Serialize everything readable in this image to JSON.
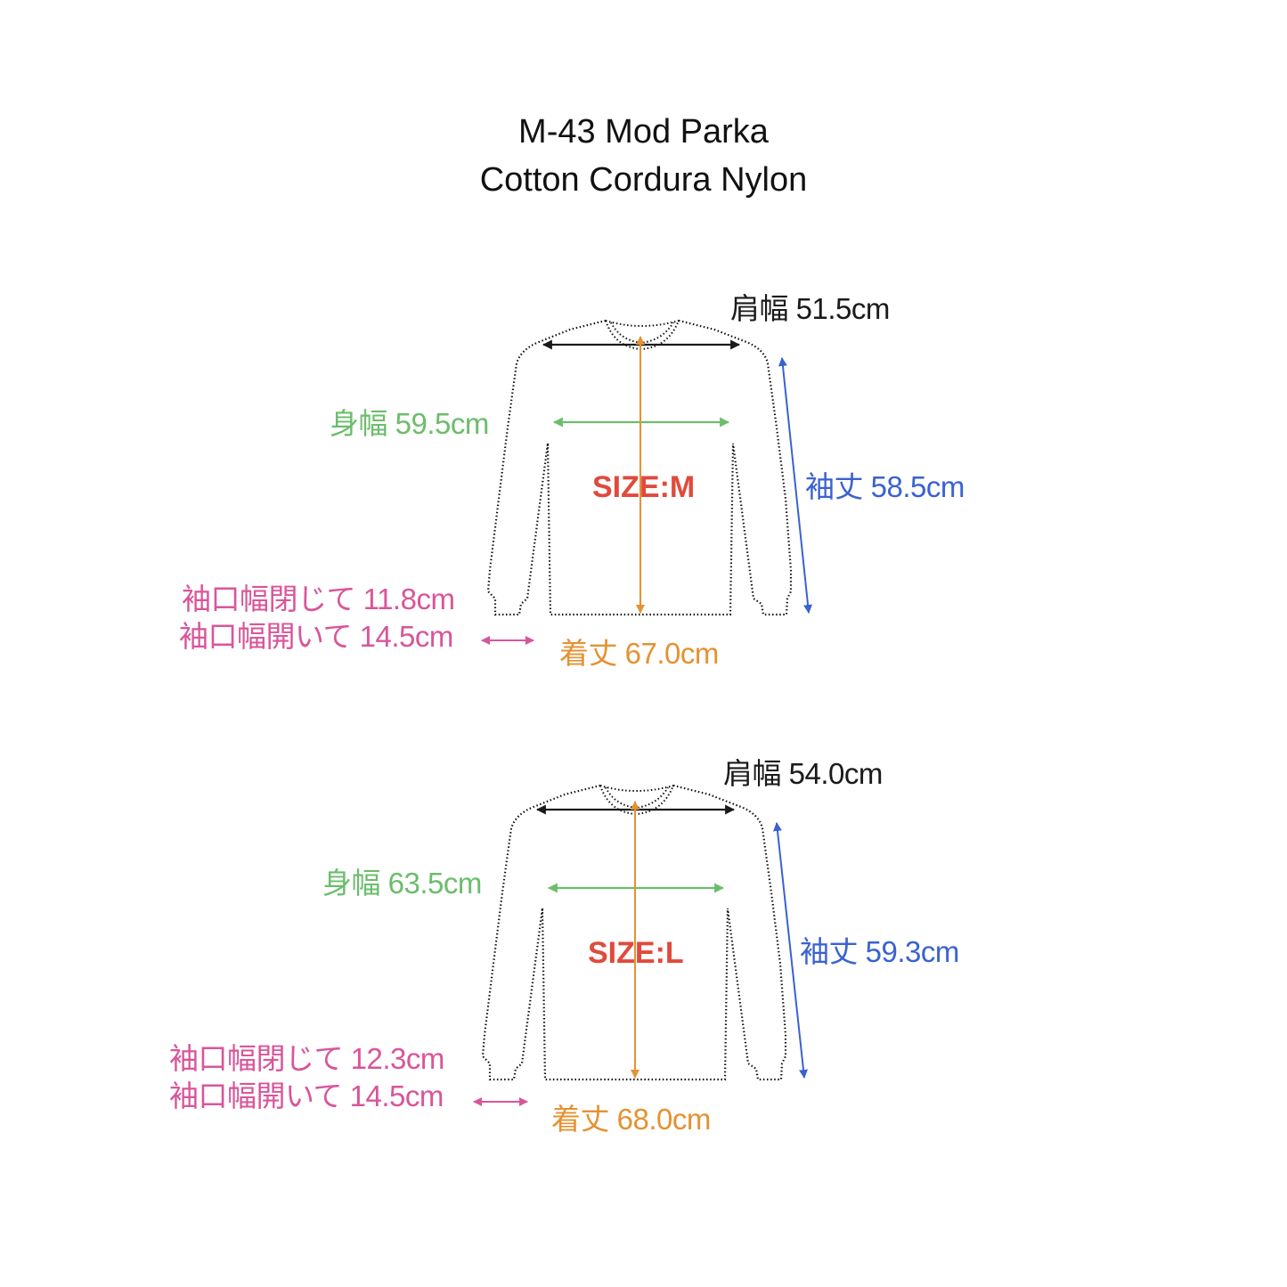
{
  "title": {
    "line1": "M-43 Mod Parka",
    "line2": "Cotton Cordura Nylon"
  },
  "colors": {
    "shoulder": "#1a1a1a",
    "chest": "#6cbd6c",
    "sleeve": "#3a62d0",
    "cuff": "#d9559a",
    "length": "#e49232",
    "size": "#e04a3c"
  },
  "sizes": [
    {
      "size_label": "SIZE:M",
      "shoulder": "肩幅 51.5cm",
      "chest": "身幅 59.5cm",
      "sleeve": "袖丈 58.5cm",
      "cuff_closed": "袖口幅閉じて 11.8cm",
      "cuff_open": "袖口幅開いて 14.5cm",
      "length": "着丈 67.0cm"
    },
    {
      "size_label": "SIZE:L",
      "shoulder": "肩幅 54.0cm",
      "chest": "身幅 63.5cm",
      "sleeve": "袖丈 59.3cm",
      "cuff_closed": "袖口幅閉じて 12.3cm",
      "cuff_open": "袖口幅開いて 14.5cm",
      "length": "着丈 68.0cm"
    }
  ]
}
